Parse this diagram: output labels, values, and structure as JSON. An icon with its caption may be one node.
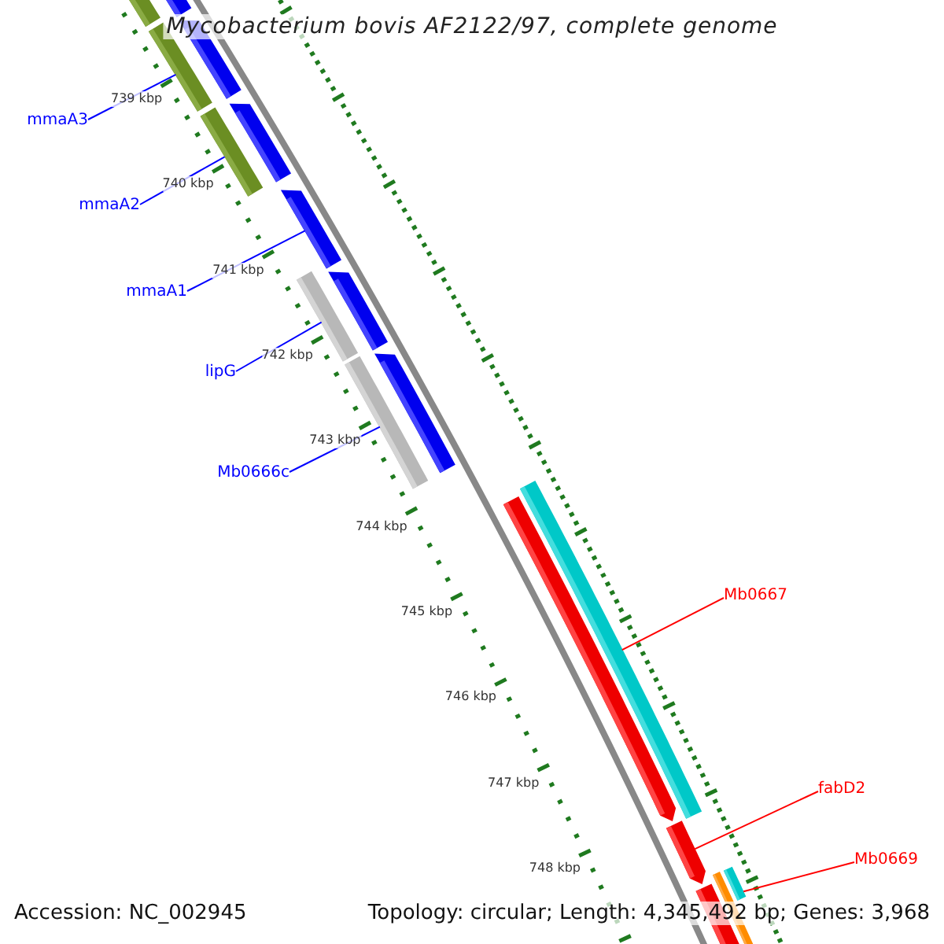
{
  "diagram": {
    "title": "Mycobacterium bovis AF2122/97, complete genome",
    "nodes": [
      {
        "text": [
          "mmaA3"
        ]
      },
      {
        "text": [
          "mmaA2"
        ]
      },
      {
        "text": [
          "mmaA1"
        ]
      },
      {
        "text": [
          "lipG"
        ]
      },
      {
        "text": [
          "Mb0666c"
        ]
      },
      {
        "text": [
          "Mb0667"
        ]
      },
      {
        "text": [
          "fabD2"
        ]
      },
      {
        "text": [
          "Mb0669"
        ]
      },
      {
        "text": [],
        "shape": "bar"
      },
      {
        "text": [],
        "shape": "bar"
      },
      {
        "text": [],
        "shape": "bar"
      },
      {
        "text": [],
        "shape": "bar"
      },
      {
        "text": [],
        "shape": "bar"
      },
      {
        "text": [],
        "shape": "bar"
      },
      {
        "text": [],
        "shape": "bar"
      },
      {
        "text": [],
        "shape": "bar"
      }
    ],
    "edges": [
      {
        "from": 0,
        "to": 8,
        "arrow": "none"
      },
      {
        "from": 1,
        "to": 9,
        "arrow": "none"
      },
      {
        "from": 2,
        "to": 10,
        "arrow": "none"
      },
      {
        "from": 3,
        "to": 11,
        "arrow": "none"
      },
      {
        "from": 4,
        "to": 12,
        "arrow": "none"
      },
      {
        "from": 5,
        "to": 13,
        "arrow": "none",
        "color": "#ff0000"
      },
      {
        "from": 6,
        "to": 14,
        "arrow": "none",
        "color": "#ff0000"
      },
      {
        "from": 7,
        "to": 15,
        "arrow": "none",
        "color": "#ff0000"
      }
    ],
    "labels": [
      "739 kbp",
      "740 kbp",
      "741 kbp",
      "742 kbp",
      "743 kbp",
      "744 kbp",
      "745 kbp",
      "746 kbp",
      "747 kbp",
      "748 kbp",
      "Accession: NC_002945",
      "Topology: circular; Length: 4,345,492 bp; Genes: 3,968"
    ]
  }
}
